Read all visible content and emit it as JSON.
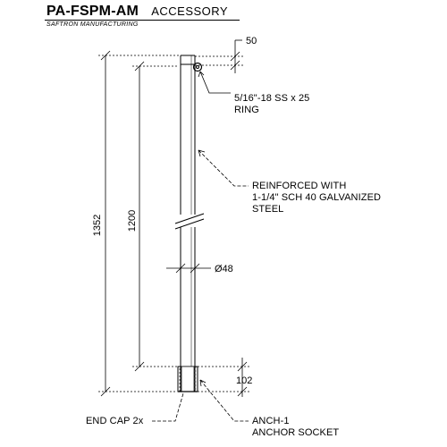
{
  "header": {
    "model": "PA-FSPM-AM",
    "category": "ACCESSORY",
    "manufacturer": "SAFTRON MANUFACTURING"
  },
  "dimensions": {
    "cap_width": "50",
    "overall_height": "1352",
    "post_length": "1200",
    "diameter": "Ø48",
    "socket_depth": "102"
  },
  "callouts": {
    "ring": [
      "5/16\"-18 SS x 25",
      "RING"
    ],
    "steel": [
      "REINFORCED WITH",
      "1-1/4\" SCH 40 GALVANIZED",
      "STEEL"
    ],
    "end_cap": "END CAP 2x",
    "anchor": [
      "ANCH-1",
      "ANCHOR SOCKET"
    ]
  }
}
